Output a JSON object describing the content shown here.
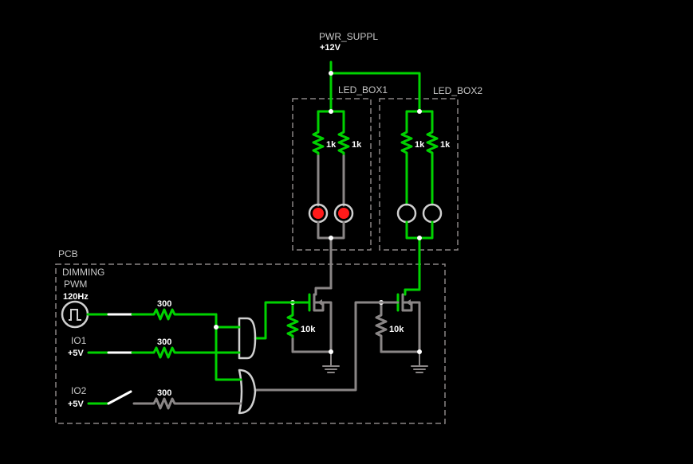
{
  "colors": {
    "background": "#000000",
    "wire_active": "#00d200",
    "wire_inactive": "#8a8686",
    "led_on": "#ff1a1a",
    "led_off": "#000000",
    "component_outline": "#d0d0d0"
  },
  "power_supply": {
    "label": "PWR_SUPPL",
    "voltage": "+12V"
  },
  "led_boxes": [
    {
      "label": "LED_BOX1",
      "resistor_1": "1k",
      "resistor_2": "1k",
      "leds_lit": true
    },
    {
      "label": "LED_BOX2",
      "resistor_1": "1k",
      "resistor_2": "1k",
      "leds_lit": false
    }
  ],
  "pcb": {
    "label": "PCB",
    "pwm": {
      "label_1": "DIMMING",
      "label_2": "PWM",
      "frequency": "120Hz"
    },
    "io1": {
      "label": "IO1",
      "voltage": "+5V",
      "switch_closed": true
    },
    "io2": {
      "label": "IO2",
      "voltage": "+5V",
      "switch_closed": false
    },
    "resistors": [
      "300",
      "300",
      "300"
    ],
    "pulldowns": [
      "10k",
      "10k"
    ]
  }
}
